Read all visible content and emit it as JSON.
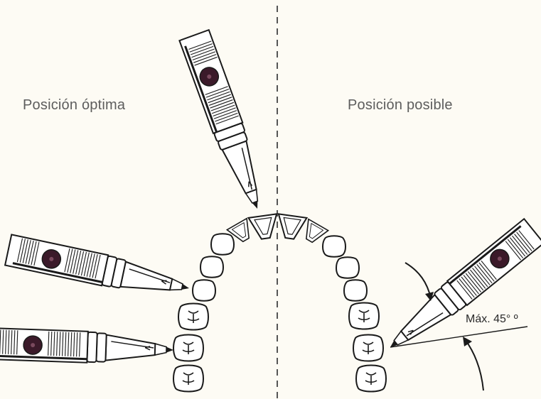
{
  "labels": {
    "left_title": "Posición óptima",
    "right_title": "Posición posible",
    "angle_note": "Máx. 45° º"
  },
  "colors": {
    "background": "#fdfbf4",
    "ink": "#1a1a1a",
    "dot": "#3b1a2a",
    "title_text": "#5d5d5d"
  },
  "icons": [
    "periodontal-probe-icon",
    "tooth-icon",
    "curved-arrow-icon"
  ]
}
